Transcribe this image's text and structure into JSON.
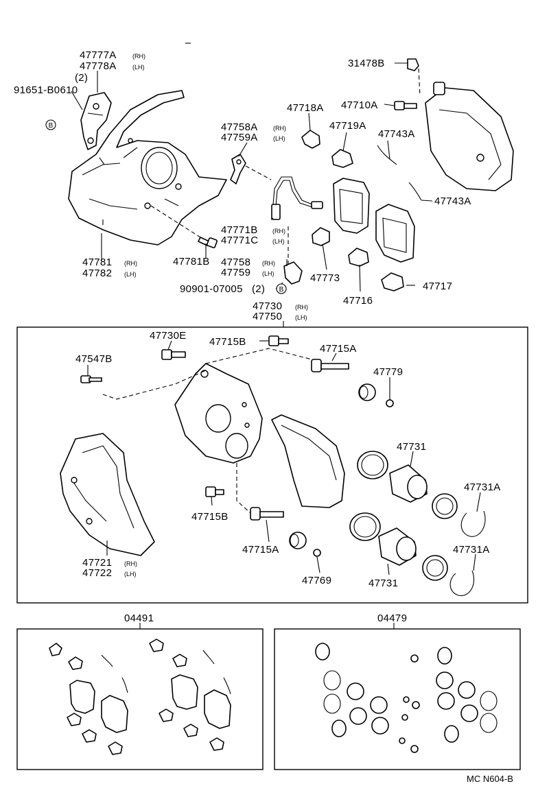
{
  "parts": {
    "p47777A": "47777A",
    "p47777A_side": "(RH)",
    "p47778A": "47778A",
    "p47778A_side": "(LH)",
    "qty2_top": "(2)",
    "p91651": "91651-B0610",
    "badge_b1": "B",
    "p47781": "47781",
    "p47781_side": "(RH)",
    "p47782": "47782",
    "p47782_side": "(LH)",
    "p47781B": "47781B",
    "p47758A": "47758A",
    "p47758A_side": "(RH)",
    "p47759A": "47759A",
    "p47759A_side": "(LH)",
    "p47718A": "47718A",
    "p47710A": "47710A",
    "p31478B": "31478B",
    "p47719A": "47719A",
    "p47743A_1": "47743A",
    "p47743A_2": "47743A",
    "p47771B": "47771B",
    "p47771B_side": "(RH)",
    "p47771C": "47771C",
    "p47771C_side": "(LH)",
    "p47758": "47758",
    "p47758_side": "(RH)",
    "p47759": "47759",
    "p47759_side": "(LH)",
    "p90901": "90901-07005",
    "qty2_bottom": "(2)",
    "badge_b2": "B",
    "p47773": "47773",
    "p47716": "47716",
    "p47717": "47717",
    "p47730": "47730",
    "p47730_side": "(RH)",
    "p47750": "47750",
    "p47750_side": "(LH)",
    "p47730E": "47730E",
    "p47715B_1": "47715B",
    "p47715A_1": "47715A",
    "p47547B": "47547B",
    "p47779": "47779",
    "p47731_1": "47731",
    "p47731A_1": "47731A",
    "p47715B_2": "47715B",
    "p47715A_2": "47715A",
    "p47731A_2": "47731A",
    "p47721": "47721",
    "p47721_side": "(RH)",
    "p47722": "47722",
    "p47722_side": "(LH)",
    "p47769": "47769",
    "p47731_2": "47731",
    "kit_pads": "04491",
    "kit_seals": "04479"
  },
  "footer": {
    "code": "MC N604-B"
  }
}
